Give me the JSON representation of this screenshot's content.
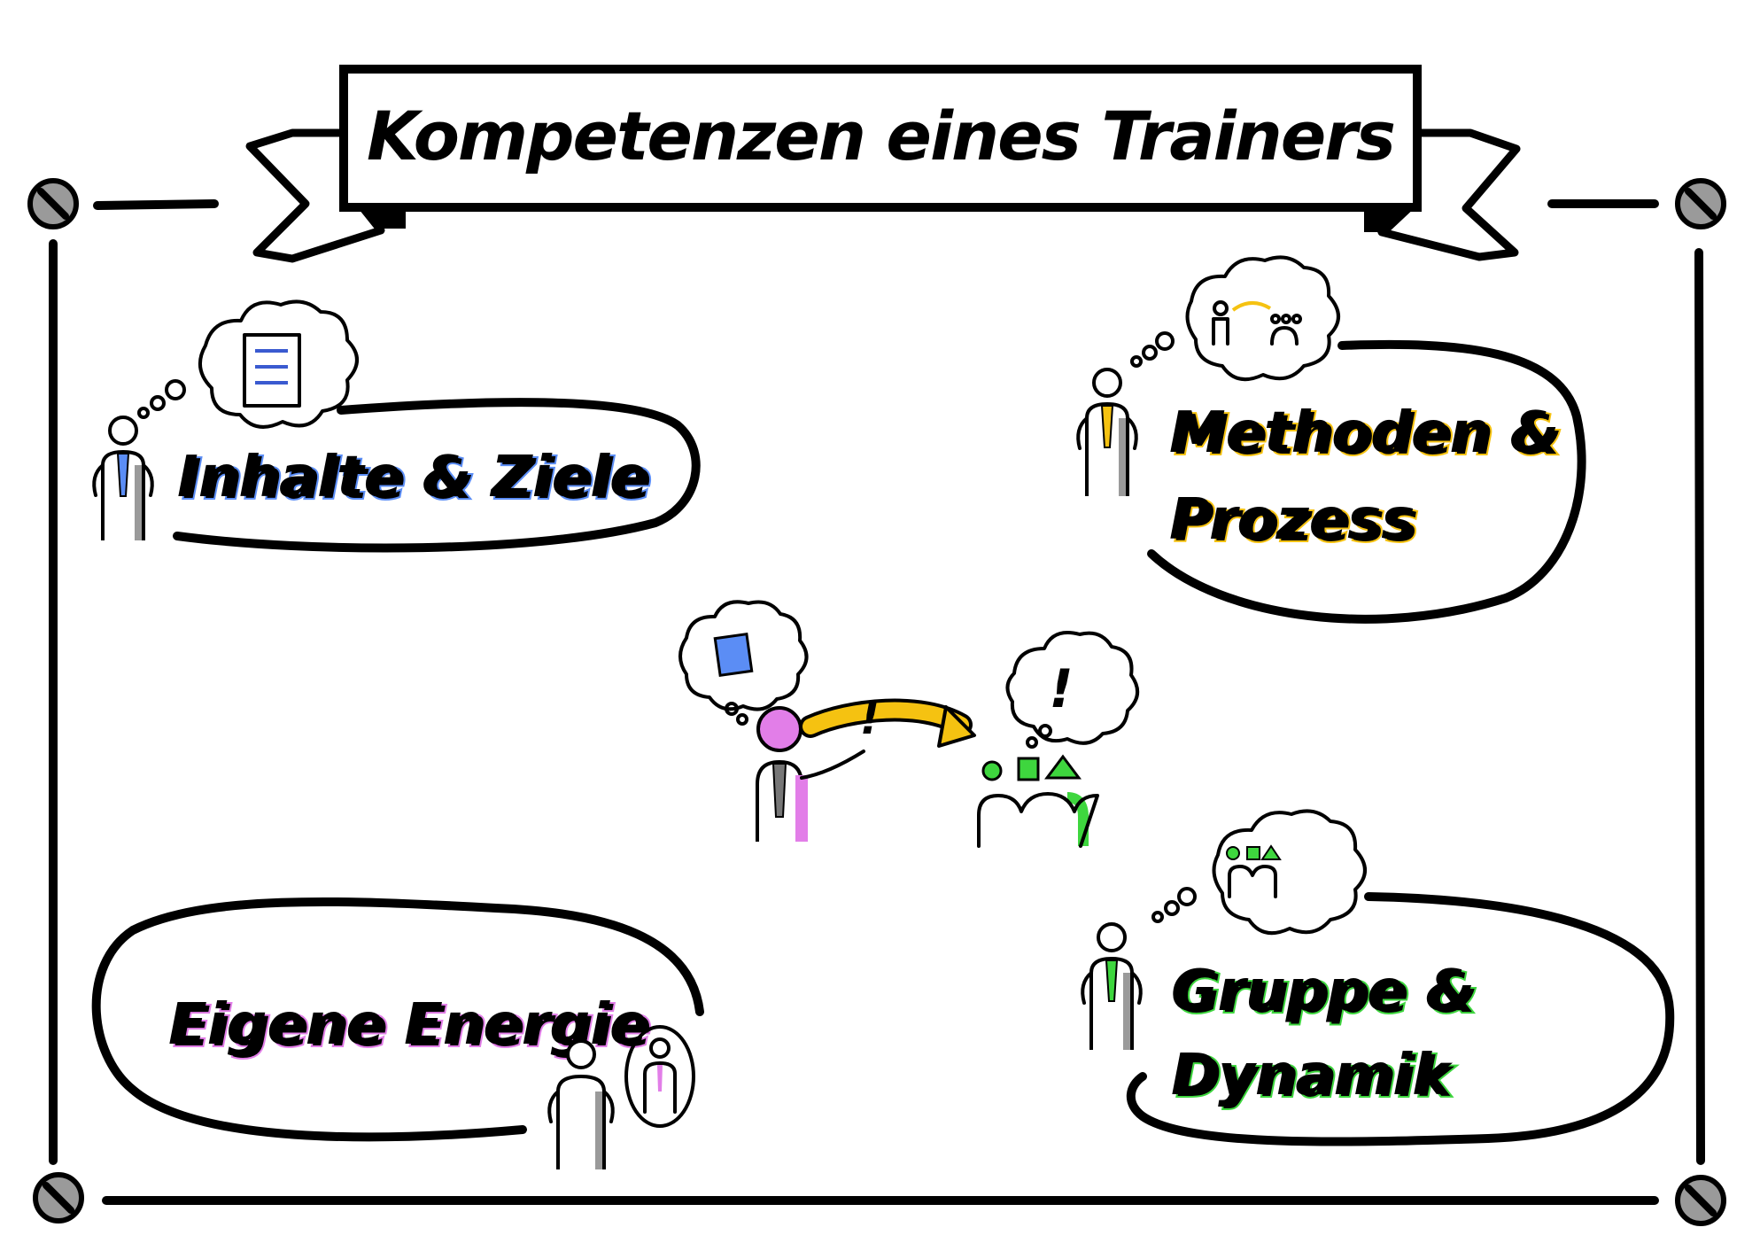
{
  "title": "Kompetenzen eines Trainers",
  "sections": [
    {
      "id": "inhalte",
      "line1": "Inhalte & Ziele",
      "line2": "",
      "color": "#5b8df5",
      "thought_icon": "numbered-list-document-icon"
    },
    {
      "id": "methoden",
      "line1": "Methoden &",
      "line2": "Prozess",
      "color": "#f5c211",
      "thought_icon": "trainer-presenting-icon"
    },
    {
      "id": "energie",
      "line1": "Eigene Energie",
      "line2": "",
      "color": "#e27ee8",
      "thought_icon": "self-reflection-icon"
    },
    {
      "id": "gruppe",
      "line1": "Gruppe &",
      "line2": "Dynamik",
      "color": "#3ed63e",
      "thought_icon": "group-shapes-icon"
    }
  ],
  "center": {
    "trainer_color": "#e27ee8",
    "arrow_color": "#f5c211",
    "document_color": "#5b8df5",
    "group_color": "#3ed63e",
    "arrow_mark": "!",
    "group_thought_mark": "!"
  }
}
